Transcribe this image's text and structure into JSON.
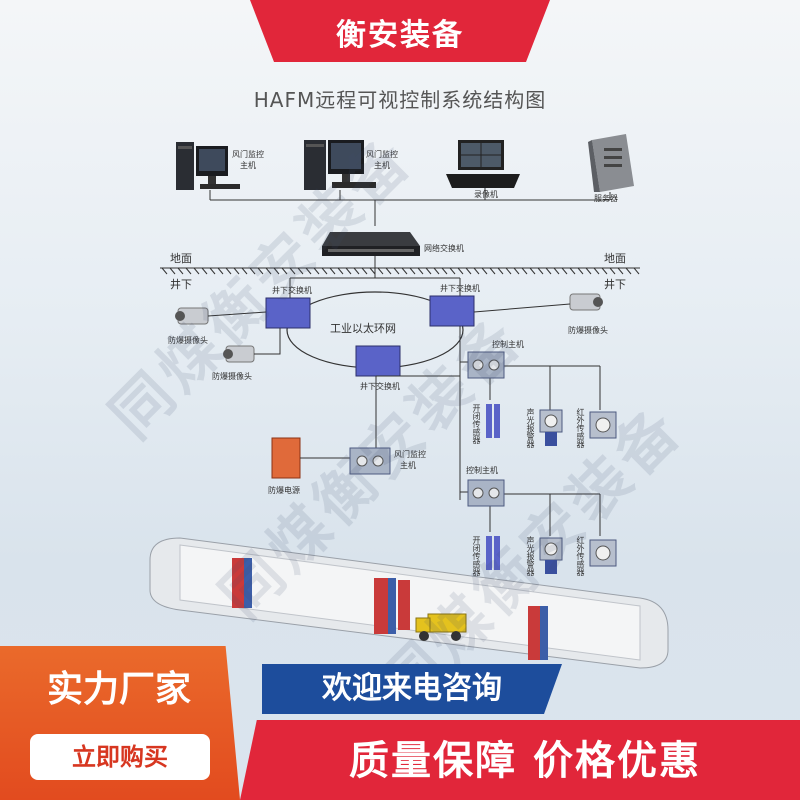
{
  "brand": "衡安装备",
  "diagram": {
    "title": "HAFM远程可视控制系统结构图",
    "labels": {
      "host1": [
        "风门监控",
        "主机"
      ],
      "host2": [
        "风门监控",
        "主机"
      ],
      "recorder": "录像机",
      "server": "服务器",
      "network_switch": "网络交换机",
      "ground_left": "地面",
      "ground_right": "地面",
      "underground_left": "井下",
      "underground_right": "井下",
      "switch_left": "井下交换机",
      "switch_right": "井下交换机",
      "switch_bottom": "井下交换机",
      "ring": "工业以太环网",
      "camera1": "防爆摄像头",
      "camera2": "防爆摄像头",
      "camera3": "防爆摄像头",
      "controller1": "控制主机",
      "controller2": "控制主机",
      "sensor_switch1": "开闭传感器",
      "sensor_switch2": "开闭传感器",
      "alarm1": "声光报警器",
      "alarm2": "声光报警器",
      "ir1": "红外传感器",
      "ir2": "红外传感器",
      "power": "防爆电源",
      "door_host": [
        "风门监控",
        "主机"
      ]
    }
  },
  "watermark": "同煤衡安装备",
  "promo": {
    "strength": "实力厂家",
    "buy": "立即购买",
    "consult": "欢迎来电咨询",
    "quality": "质量保障 价格优惠"
  }
}
